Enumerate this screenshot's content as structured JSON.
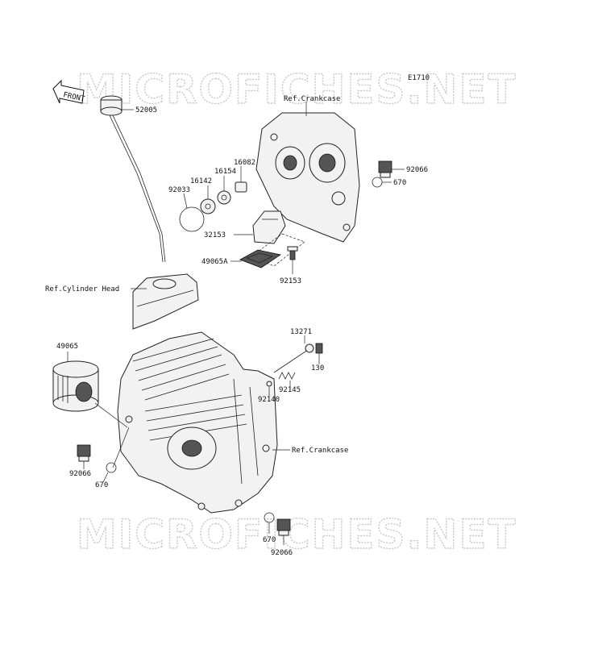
{
  "diagram": {
    "code": "E1710",
    "watermark": "MICROFICHES.NET",
    "front_arrow": "FRONT",
    "labels": {
      "p52005": "52005",
      "ref_crankcase_top": "Ref.Crankcase",
      "p16082": "16082",
      "p16154": "16154",
      "p16142": "16142",
      "p92033": "92033",
      "p92066_top": "92066",
      "p670_top": "670",
      "p32153": "32153",
      "p49065A": "49065A",
      "p92153": "92153",
      "ref_cylinder_head": "Ref.Cylinder Head",
      "p49065": "49065",
      "p13271": "13271",
      "p130": "130",
      "p92145": "92145",
      "p92140": "92140",
      "ref_crankcase_mid": "Ref.Crankcase",
      "p92066_left": "92066",
      "p670_left": "670",
      "p670_bottom": "670",
      "p92066_bottom": "92066"
    }
  }
}
